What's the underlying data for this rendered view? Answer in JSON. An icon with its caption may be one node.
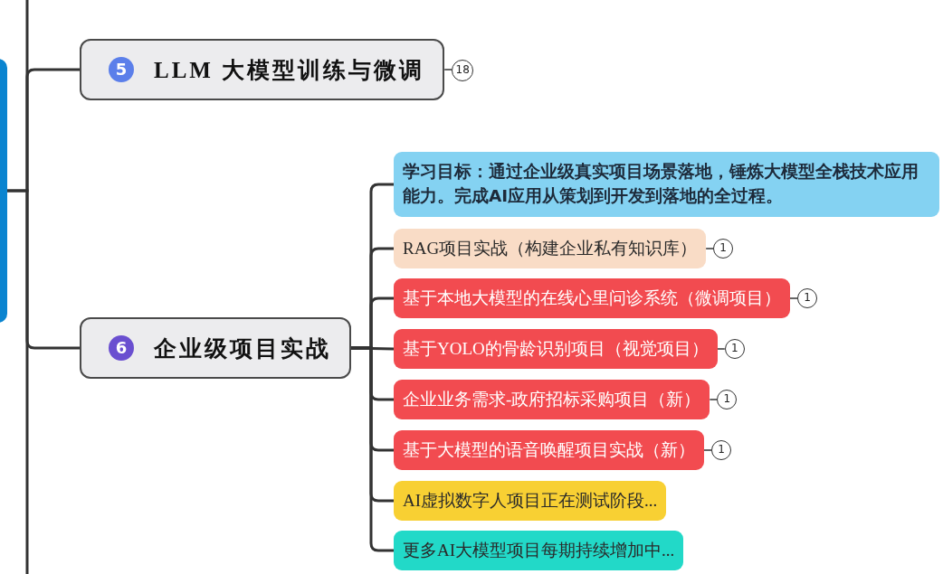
{
  "diagram": {
    "nodes": [
      {
        "text": [],
        "shape": "box"
      },
      {
        "text": [
          "5",
          "LLM 大模型训练与微调"
        ],
        "beside": [
          "18"
        ]
      },
      {
        "text": [
          "6",
          "企业级项目实战"
        ]
      },
      {
        "text": [
          "学习目标：通过企业级真实项目场景落地，锤炼大模型全栈技术应用能力。完成AI应用从策划到开发到落地的全过程。"
        ]
      },
      {
        "text": [
          "RAG项目实战（构建企业私有知识库）"
        ],
        "beside": [
          "1"
        ]
      },
      {
        "text": [
          "基于本地大模型的在线心里问诊系统（微调项目）"
        ],
        "beside": [
          "1"
        ]
      },
      {
        "text": [
          "基于YOLO的骨龄识别项目（视觉项目）"
        ],
        "beside": [
          "1"
        ]
      },
      {
        "text": [
          "企业业务需求-政府招标采购项目（新）"
        ],
        "beside": [
          "1"
        ]
      },
      {
        "text": [
          "基于大模型的语音唤醒项目实战（新）"
        ],
        "beside": [
          "1"
        ]
      },
      {
        "text": [
          "AI虚拟数字人项目正在测试阶段..."
        ]
      },
      {
        "text": [
          "更多AI大模型项目每期持续增加中..."
        ]
      }
    ],
    "edges": [
      {
        "from": 0,
        "to": 1,
        "arrow": "none"
      },
      {
        "from": 0,
        "to": 2,
        "arrow": "none"
      },
      {
        "from": 2,
        "to": 3,
        "arrow": "none"
      },
      {
        "from": 2,
        "to": 4,
        "arrow": "none"
      },
      {
        "from": 2,
        "to": 5,
        "arrow": "none"
      },
      {
        "from": 2,
        "to": 6,
        "arrow": "none"
      },
      {
        "from": 2,
        "to": 7,
        "arrow": "none"
      },
      {
        "from": 2,
        "to": 8,
        "arrow": "none"
      },
      {
        "from": 2,
        "to": 9,
        "arrow": "none"
      },
      {
        "from": 2,
        "to": 10,
        "arrow": "none"
      }
    ]
  }
}
